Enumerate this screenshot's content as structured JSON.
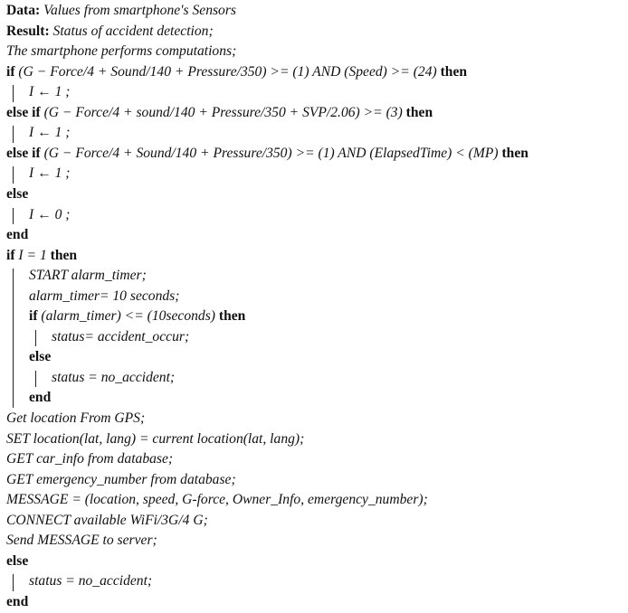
{
  "algorithm": {
    "lines": [
      {
        "indent": 0,
        "parts": [
          [
            "Data:",
            "b"
          ],
          [
            " Values from smartphone's Sensors",
            "i"
          ]
        ]
      },
      {
        "indent": 0,
        "parts": [
          [
            "Result:",
            "b"
          ],
          [
            " Status of accident detection;",
            "i"
          ]
        ]
      },
      {
        "indent": 0,
        "parts": [
          [
            "The smartphone performs computations;",
            "i"
          ]
        ]
      },
      {
        "indent": 0,
        "parts": [
          [
            "if",
            "b"
          ],
          [
            " (G − Force/4 + Sound/140 + Pressure/350) >= (1) AND (Speed) >= (24) ",
            "i"
          ],
          [
            "then",
            "b"
          ]
        ]
      },
      {
        "indent": 1,
        "parts": [
          [
            "I ← 1 ;",
            "i"
          ]
        ]
      },
      {
        "indent": 0,
        "parts": [
          [
            "else if",
            "b"
          ],
          [
            " (G − Force/4 + sound/140 + Pressure/350 + SVP/2.06) >= (3) ",
            "i"
          ],
          [
            "then",
            "b"
          ]
        ]
      },
      {
        "indent": 1,
        "parts": [
          [
            "I ← 1 ;",
            "i"
          ]
        ]
      },
      {
        "indent": 0,
        "parts": [
          [
            "else if",
            "b"
          ],
          [
            " (G − Force/4 + Sound/140 + Pressure/350) >= (1) AND (ElapsedTime) < (MP) ",
            "i"
          ],
          [
            "then",
            "b"
          ]
        ]
      },
      {
        "indent": 1,
        "parts": [
          [
            "I ← 1 ;",
            "i"
          ]
        ]
      },
      {
        "indent": 0,
        "parts": [
          [
            "else",
            "b"
          ]
        ]
      },
      {
        "indent": 1,
        "parts": [
          [
            "I ← 0 ;",
            "i"
          ]
        ]
      },
      {
        "indent": 0,
        "parts": [
          [
            "end",
            "b"
          ]
        ]
      },
      {
        "indent": 0,
        "parts": [
          [
            "if",
            "b"
          ],
          [
            " I = 1 ",
            "i"
          ],
          [
            "then",
            "b"
          ]
        ]
      },
      {
        "indent": 1,
        "parts": [
          [
            "START alarm_timer;",
            "i"
          ]
        ]
      },
      {
        "indent": 1,
        "parts": [
          [
            "alarm_timer= 10 seconds;",
            "i"
          ]
        ]
      },
      {
        "indent": 1,
        "parts": [
          [
            "if",
            "b"
          ],
          [
            " (alarm_timer) <= (10seconds) ",
            "i"
          ],
          [
            "then",
            "b"
          ]
        ]
      },
      {
        "indent": 2,
        "parts": [
          [
            "status= accident_occur;",
            "i"
          ]
        ]
      },
      {
        "indent": 1,
        "parts": [
          [
            "else",
            "b"
          ]
        ]
      },
      {
        "indent": 2,
        "parts": [
          [
            "status = no_accident;",
            "i"
          ]
        ]
      },
      {
        "indent": 1,
        "parts": [
          [
            "end",
            "b"
          ]
        ]
      },
      {
        "indent": 0,
        "parts": [
          [
            "Get location From GPS;",
            "i"
          ]
        ]
      },
      {
        "indent": 0,
        "parts": [
          [
            "SET location(lat, lang) = current location(lat, lang);",
            "i"
          ]
        ]
      },
      {
        "indent": 0,
        "parts": [
          [
            "GET car_info from database;",
            "i"
          ]
        ]
      },
      {
        "indent": 0,
        "parts": [
          [
            "GET emergency_number from database;",
            "i"
          ]
        ]
      },
      {
        "indent": 0,
        "parts": [
          [
            "MESSAGE = (location, speed, G-force, Owner_Info, emergency_number);",
            "i"
          ]
        ]
      },
      {
        "indent": 0,
        "parts": [
          [
            "CONNECT available WiFi/3G/4 G;",
            "i"
          ]
        ]
      },
      {
        "indent": 0,
        "parts": [
          [
            "Send MESSAGE to server;",
            "i"
          ]
        ]
      },
      {
        "indent": 0,
        "parts": [
          [
            "else",
            "b"
          ]
        ]
      },
      {
        "indent": 1,
        "parts": [
          [
            "status = no_accident;",
            "i"
          ]
        ]
      },
      {
        "indent": 0,
        "parts": [
          [
            "end",
            "b"
          ]
        ]
      }
    ]
  }
}
